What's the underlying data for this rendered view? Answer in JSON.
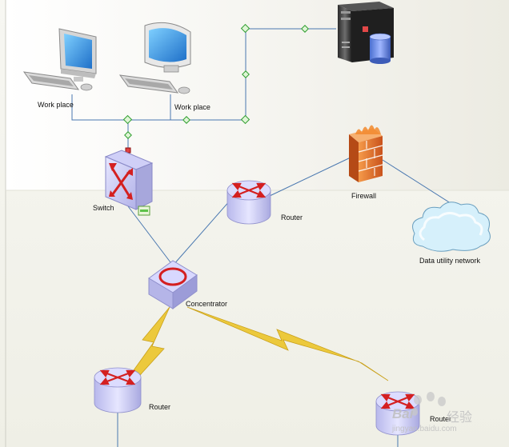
{
  "labels": {
    "workplace_1": "Work place",
    "workplace_2": "Work place",
    "switch": "Switch",
    "router_top": "Router",
    "firewall": "Firewall",
    "cloud": "Data utility network",
    "concentrator": "Concentrator",
    "router_bottom_left": "Router",
    "router_bottom_right": "Router"
  },
  "watermark": {
    "brand": "Bai",
    "brand2": "经验",
    "url": "jingyan.baidu.com"
  },
  "colors": {
    "connector": "#4a78b0",
    "selection_handle": "#2e9e2e",
    "lightning": "#e8c23a",
    "router_body": "#c9c9f2",
    "router_arrows": "#d42020",
    "firewall": "#e8742a",
    "cloud": "#bfe6f7"
  }
}
